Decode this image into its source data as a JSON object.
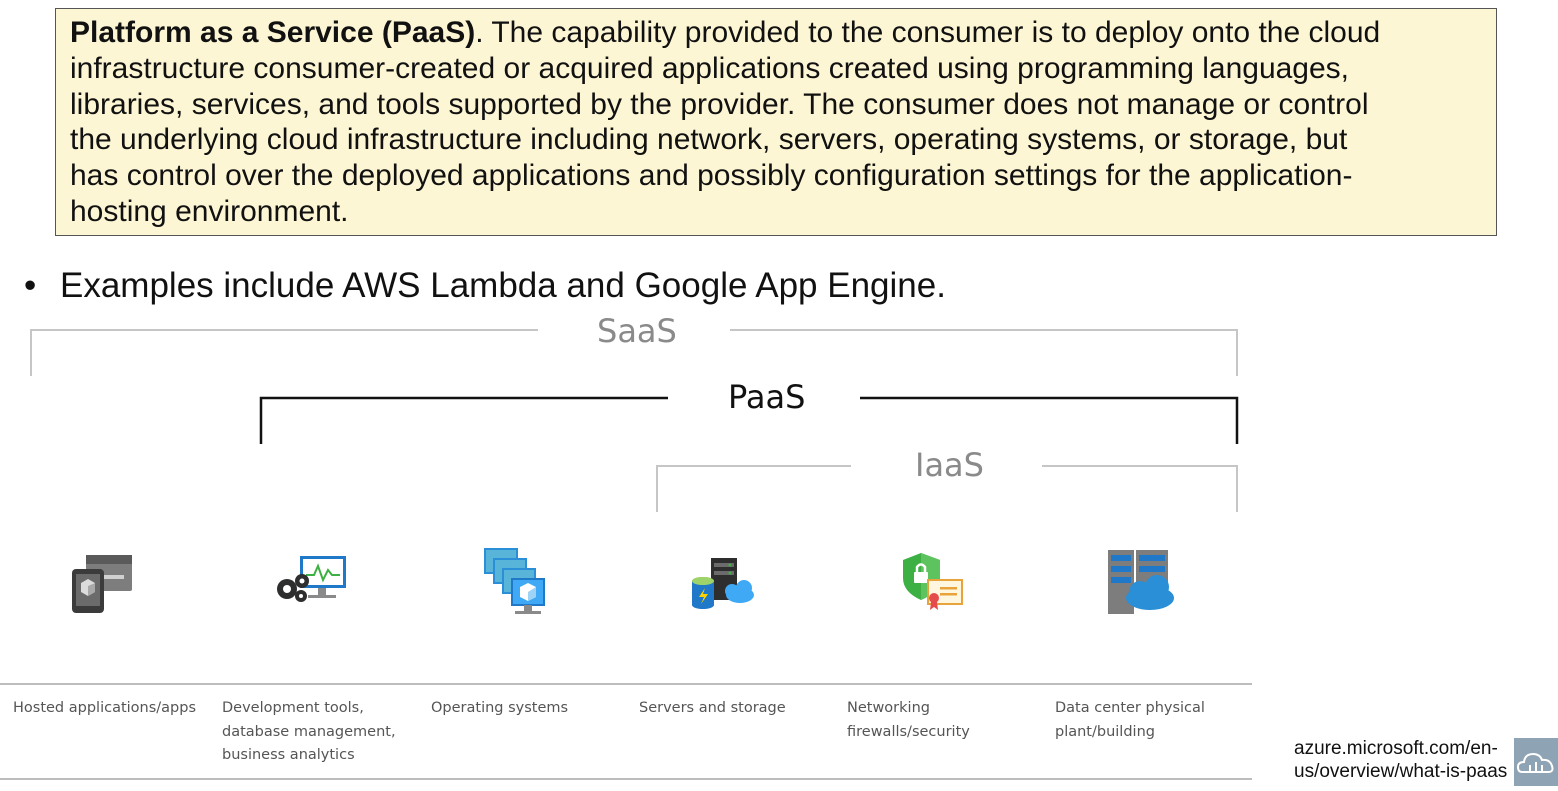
{
  "definition": {
    "term": "Platform as a Service (PaaS)",
    "lines": [
      ". The capability provided to the consumer is to deploy onto the cloud",
      "infrastructure consumer-created or acquired applications created using programming languages,",
      "libraries, services, and tools supported by the provider. The consumer does not manage or control",
      "the underlying cloud infrastructure including network, servers, operating systems, or storage, but",
      "has control over the deployed applications and possibly configuration settings for the application-",
      "hosting environment."
    ]
  },
  "bullet": "Examples include AWS Lambda and Google App Engine.",
  "diagram": {
    "brackets": [
      {
        "label": "SaaS",
        "color": "#c6c6c6",
        "text_color": "#8a8a8a"
      },
      {
        "label": "PaaS",
        "color": "#111111",
        "text_color": "#111111"
      },
      {
        "label": "IaaS",
        "color": "#c6c6c6",
        "text_color": "#8a8a8a"
      }
    ],
    "categories": [
      {
        "icon": "hosted-app-icon",
        "lines": [
          "Hosted applications/apps"
        ]
      },
      {
        "icon": "dev-tools-icon",
        "lines": [
          "Development tools,",
          "database management,",
          "business analytics"
        ]
      },
      {
        "icon": "operating-systems-icon",
        "lines": [
          "Operating systems"
        ]
      },
      {
        "icon": "servers-storage-icon",
        "lines": [
          "Servers and storage"
        ]
      },
      {
        "icon": "firewall-security-icon",
        "lines": [
          "Networking",
          "firewalls/security"
        ]
      },
      {
        "icon": "datacenter-icon",
        "lines": [
          "Data center physical",
          "plant/building"
        ]
      }
    ]
  },
  "source": {
    "lines": [
      "azure.microsoft.com/en-",
      "us/overview/what-is-paas"
    ]
  },
  "colors": {
    "box_background": "#fdf6d4",
    "accent_blue": "#2a8fd6",
    "corner_badge": "#8ea3b3"
  }
}
